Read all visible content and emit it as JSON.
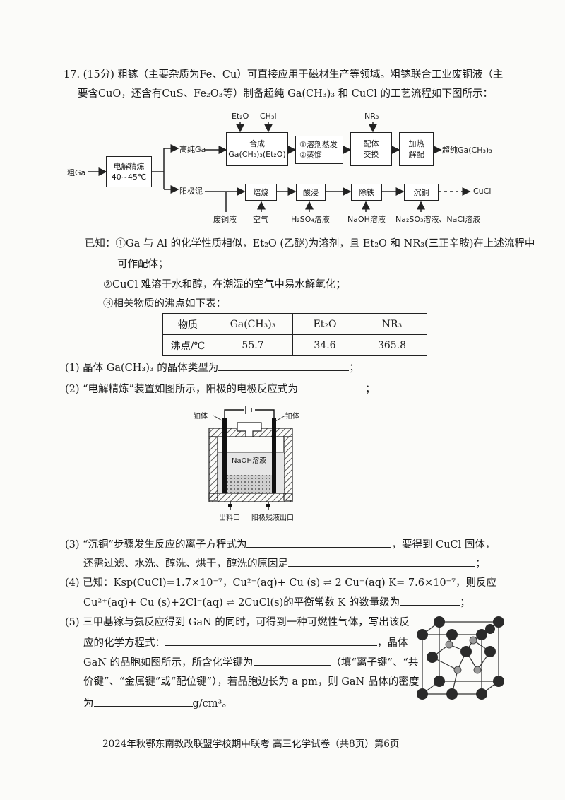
{
  "question": {
    "intro_line1": "17. (15分) 粗镓（主要杂质为Fe、Cu）可直接应用于磁材生产等领域。粗镓联合工业废铜液（主",
    "intro_line2": "要含CuO，还含有CuS、Fe₂O₃等）制备超纯 Ga(CH₃)₃ 和 CuCl 的工艺流程如下图所示："
  },
  "flowchart": {
    "start": "粗Ga",
    "electro_title": "电解精炼",
    "electro_temp": "40~45℃",
    "branch_top": "高纯Ga",
    "branch_bottom": "阳极泥",
    "reagent_et2o": "Et₂O",
    "reagent_ch3i": "CH₃I",
    "synth_title": "合成",
    "synth_formula": "Ga(CH₃)₃(Et₂O)",
    "evap1": "①溶剂蒸发",
    "evap2": "②蒸馏",
    "reagent_nr3": "NR₃",
    "ligand1": "配体",
    "ligand2": "交换",
    "heat1": "加热",
    "heat2": "解配",
    "product_ga": "超纯Ga(CH₃)₃",
    "roast": "焙烧",
    "acid": "酸浸",
    "iron": "除铁",
    "cu_precip": "沉铜",
    "product_cucl": "CuCl",
    "in_waste": "废铜液",
    "in_air": "空气",
    "in_h2so4": "H₂SO₄溶液",
    "in_naoh": "NaOH溶液",
    "in_na2so3": "Na₂SO₃溶液、NaCl溶液"
  },
  "known": {
    "k1a": "已知：①Ga 与 Al 的化学性质相似，Et₂O (乙醚)为溶剂，且 Et₂O 和 NR₃(三正辛胺)在上述流程中",
    "k1b": "可作配体；",
    "k2": "②CuCl 难溶于水和醇，在潮湿的空气中易水解氧化；",
    "k3": "③相关物质的沸点如下表："
  },
  "table": {
    "header": [
      "物质",
      "Ga(CH₃)₃",
      "Et₂O",
      "NR₃"
    ],
    "row": [
      "沸点/℃",
      "55.7",
      "34.6",
      "365.8"
    ]
  },
  "q1": {
    "text": "(1) 晶体 Ga(CH₃)₃ 的晶体类型为",
    "end": "；"
  },
  "q2": {
    "text": "(2) “电解精炼”装置如图所示，阳极的电极反应式为",
    "end": "；"
  },
  "cell": {
    "left_label": "铂体",
    "right_label": "铂体",
    "solution": "NaOH溶液",
    "outlet_left": "出料口",
    "outlet_right": "阳极残液出口"
  },
  "q3": {
    "line1a": "(3) “沉铜”步骤发生反应的离子方程式为",
    "line1b": "，要得到 CuCl 固体，",
    "line2": "还需过滤、水洗、醇洗、烘干，醇洗的原因是",
    "end": "；"
  },
  "q4": {
    "line1": "(4) 已知：Ksp(CuCl)=1.7×10⁻⁷，Cu²⁺(aq)+ Cu (s) ⇌ 2 Cu⁺(aq)    K= 7.6×10⁻⁷，则反应",
    "line2": "Cu²⁺(aq)+ Cu (s)+2Cl⁻(aq) ⇌ 2CuCl(s)的平衡常数 K 的数量级为",
    "end": "；"
  },
  "q5": {
    "line1": "(5) 三甲基镓与氨反应得到 GaN 的同时，可得到一种可燃性气体，写出该反",
    "line2a": "应的化学方程式：",
    "line2b": "，晶体",
    "line3a": "GaN 的晶胞如图所示，所含化学键为",
    "line3b": "（填“离子键”、“共",
    "line4": "价键”、“金属键”或“配位键”），若晶胞边长为 a pm，则 GaN 晶体的密度",
    "line5a": "为",
    "line5b": "g/cm³。"
  },
  "footer": "2024年秋鄂东南教改联盟学校期中联考  高三化学试卷（共8页）第6页"
}
